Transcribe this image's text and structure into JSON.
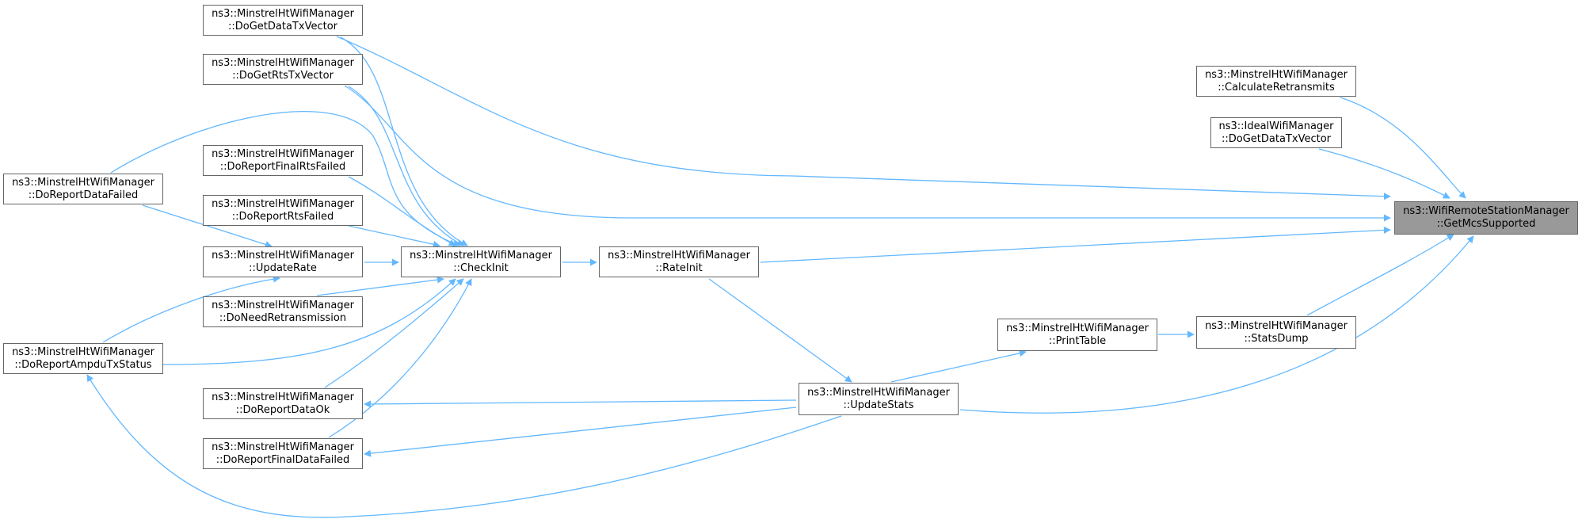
{
  "graph": {
    "edge_color": "#63b8ff",
    "root_fill": "#999999",
    "node_border": "#666666",
    "nodes": {
      "root": {
        "line1": "ns3::WifiRemoteStationManager",
        "line2": "::GetMcsSupported"
      },
      "calcRetransmits": {
        "line1": "ns3::MinstrelHtWifiManager",
        "line2": "::CalculateRetransmits"
      },
      "idealDataTx": {
        "line1": "ns3::IdealWifiManager",
        "line2": "::DoGetDataTxVector"
      },
      "getDataTx": {
        "line1": "ns3::MinstrelHtWifiManager",
        "line2": "::DoGetDataTxVector"
      },
      "getRtsTx": {
        "line1": "ns3::MinstrelHtWifiManager",
        "line2": "::DoGetRtsTxVector"
      },
      "finalRtsFailed": {
        "line1": "ns3::MinstrelHtWifiManager",
        "line2": "::DoReportFinalRtsFailed"
      },
      "rtsFailed": {
        "line1": "ns3::MinstrelHtWifiManager",
        "line2": "::DoReportRtsFailed"
      },
      "dataFailed": {
        "line1": "ns3::MinstrelHtWifiManager",
        "line2": "::DoReportDataFailed"
      },
      "updateRate": {
        "line1": "ns3::MinstrelHtWifiManager",
        "line2": "::UpdateRate"
      },
      "checkInit": {
        "line1": "ns3::MinstrelHtWifiManager",
        "line2": "::CheckInit"
      },
      "rateInit": {
        "line1": "ns3::MinstrelHtWifiManager",
        "line2": "::RateInit"
      },
      "needRetrans": {
        "line1": "ns3::MinstrelHtWifiManager",
        "line2": "::DoNeedRetransmission"
      },
      "ampduTx": {
        "line1": "ns3::MinstrelHtWifiManager",
        "line2": "::DoReportAmpduTxStatus"
      },
      "dataOk": {
        "line1": "ns3::MinstrelHtWifiManager",
        "line2": "::DoReportDataOk"
      },
      "finalDataFailed": {
        "line1": "ns3::MinstrelHtWifiManager",
        "line2": "::DoReportFinalDataFailed"
      },
      "printTable": {
        "line1": "ns3::MinstrelHtWifiManager",
        "line2": "::PrintTable"
      },
      "statsDump": {
        "line1": "ns3::MinstrelHtWifiManager",
        "line2": "::StatsDump"
      },
      "updateStats": {
        "line1": "ns3::MinstrelHtWifiManager",
        "line2": "::UpdateStats"
      }
    }
  }
}
